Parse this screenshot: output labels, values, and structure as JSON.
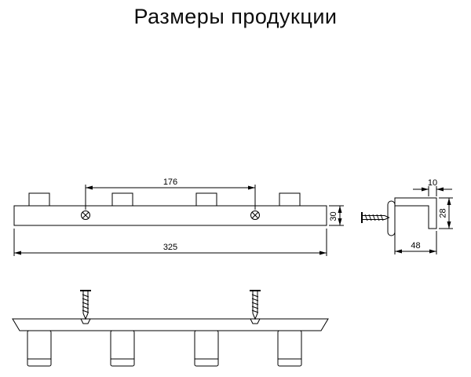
{
  "title": "Размеры продукции",
  "colors": {
    "line": "#000000",
    "background": "#ffffff"
  },
  "views": {
    "front": {
      "dim_hole_spacing_mm": "176",
      "dim_length_mm": "325",
      "dim_height_mm": "30"
    },
    "side": {
      "dim_hook_thickness_mm": "10",
      "dim_hook_drop_mm": "28",
      "dim_depth_mm": "48"
    }
  }
}
